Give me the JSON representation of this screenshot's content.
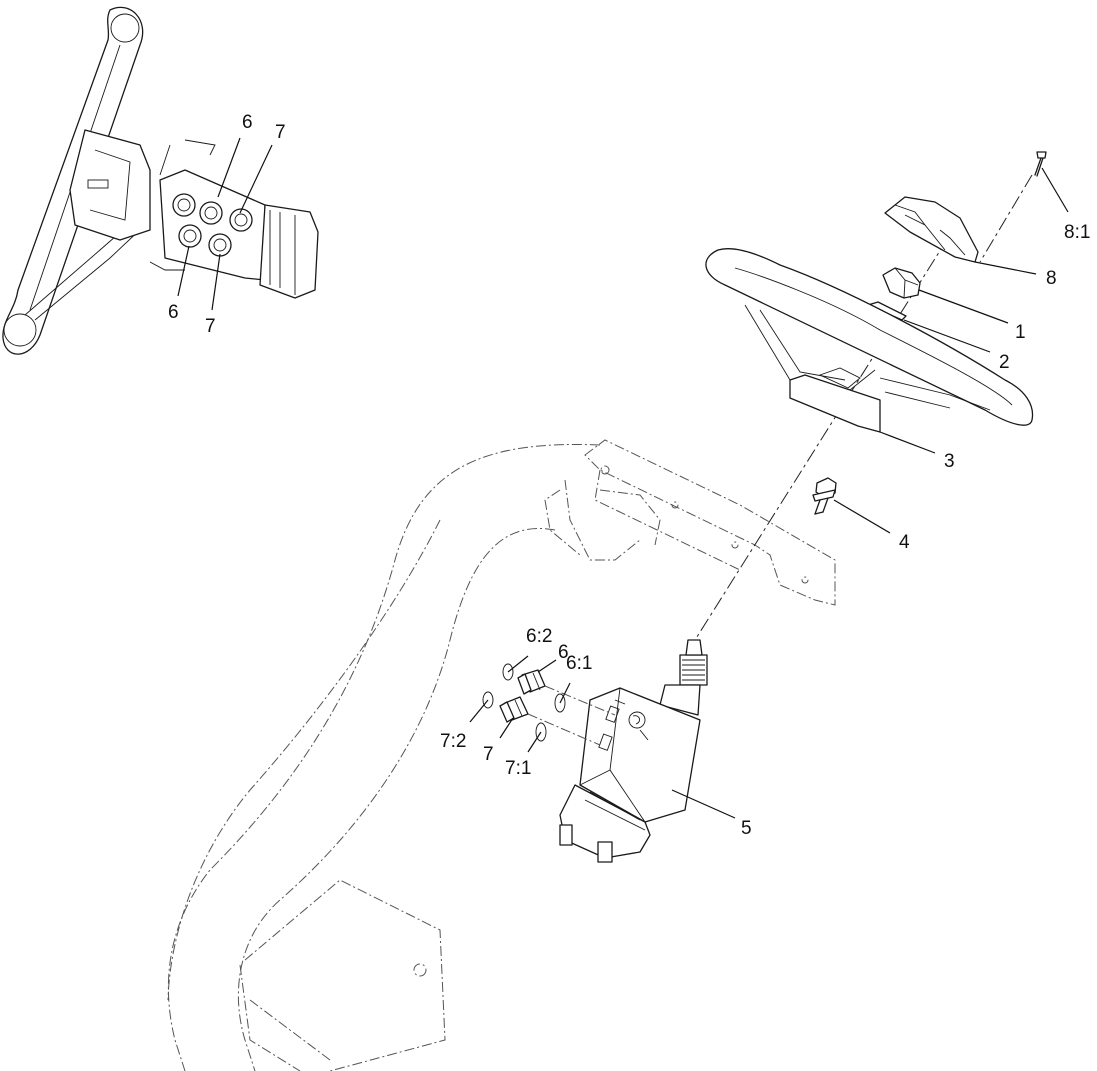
{
  "callouts": {
    "c1": "1",
    "c2": "2",
    "c3": "3",
    "c4": "4",
    "c5": "5",
    "c6": "6",
    "c6_1": "6:1",
    "c6_2": "6:2",
    "c7": "7",
    "c7_1": "7:1",
    "c7_2": "7:2",
    "c8": "8",
    "c8_1": "8:1",
    "inset_6_top": "6",
    "inset_7_top": "7",
    "inset_6_bottom": "6",
    "inset_7_bottom": "7"
  }
}
